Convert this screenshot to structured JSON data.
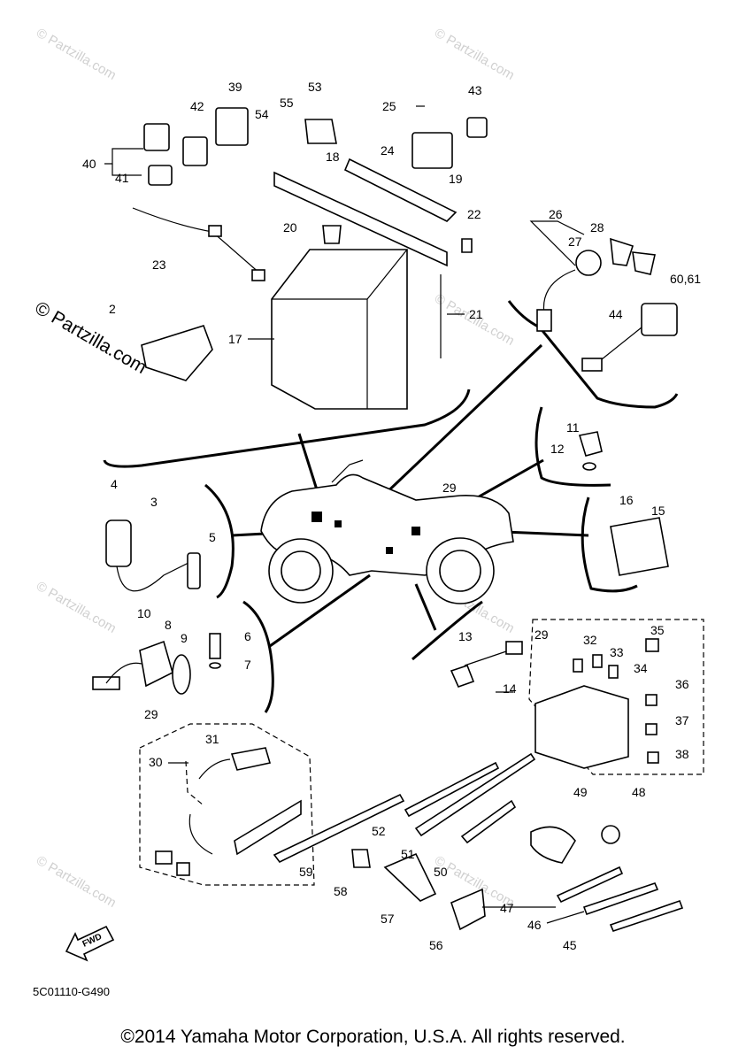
{
  "watermark": "© Partzilla.com",
  "watermark_large": "© Partzilla.com",
  "diagram_code": "5C01110-G490",
  "fwd_label": "FWD",
  "copyright": "©2014 Yamaha Motor Corporation, U.S.A. All rights reserved.",
  "callouts": {
    "c2": "2",
    "c3": "3",
    "c4": "4",
    "c5": "5",
    "c6": "6",
    "c7": "7",
    "c8": "8",
    "c9": "9",
    "c10": "10",
    "c11": "11",
    "c12": "12",
    "c13": "13",
    "c14": "14",
    "c15": "15",
    "c16": "16",
    "c17": "17",
    "c18": "18",
    "c19": "19",
    "c20": "20",
    "c21": "21",
    "c22": "22",
    "c23": "23",
    "c24": "24",
    "c25": "25",
    "c26": "26",
    "c27": "27",
    "c28": "28",
    "c29a": "29",
    "c29b": "29",
    "c29c": "29",
    "c30": "30",
    "c31": "31",
    "c32": "32",
    "c33": "33",
    "c34": "34",
    "c35": "35",
    "c36": "36",
    "c37": "37",
    "c38": "38",
    "c39": "39",
    "c40": "40",
    "c41": "41",
    "c42": "42",
    "c43": "43",
    "c44": "44",
    "c45": "45",
    "c46": "46",
    "c47": "47",
    "c48": "48",
    "c49": "49",
    "c50": "50",
    "c51": "51",
    "c52": "52",
    "c53": "53",
    "c54": "54",
    "c55": "55",
    "c56": "56",
    "c57": "57",
    "c58": "58",
    "c59": "59",
    "c6061": "60,61"
  }
}
